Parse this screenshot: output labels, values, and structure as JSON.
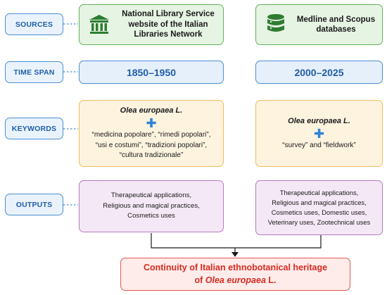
{
  "labels": {
    "sources": "SOURCES",
    "time_span": "TIME SPAN",
    "keywords": "KEYWORDS",
    "outputs": "OUTPUTS"
  },
  "left": {
    "source": "National Library Service website of the Italian Libraries Network",
    "source_icon": "library-building-icon",
    "time_span": "1850–1950",
    "keyword_title": "Olea europaea L.",
    "keyword_plus": "✚",
    "keywords": [
      "“medicina popolare”, “rimedi popolari”,",
      "“usi e costumi”, “tradizioni popolari”,",
      "“cultura tradizionale”"
    ],
    "outputs": [
      "Therapeutical applications,",
      "Religious and magical practices,",
      "Cosmetics uses"
    ]
  },
  "right": {
    "source": "Medline and Scopus databases",
    "source_icon": "database-icon",
    "time_span": "2000–2025",
    "keyword_title": "Olea europaea L.",
    "keyword_plus": "✚",
    "keywords": [
      "“survey” and “fieldwork”"
    ],
    "outputs": [
      "Therapeutical applications,",
      "Religious and magical practices,",
      "Cosmetics uses, Domestic uses,",
      "Veterinary uses, Zootechnical uses"
    ]
  },
  "result": {
    "line1": "Continuity of Italian ethnobotanical heritage",
    "line2_prefix": "of ",
    "line2_italic": "Olea europaea",
    "line2_suffix": " L."
  },
  "colors": {
    "label_blue": "#1f5ea8",
    "green_icon": "#2e7d32",
    "plus_blue": "#2f84d8",
    "result_red": "#d72b21"
  }
}
